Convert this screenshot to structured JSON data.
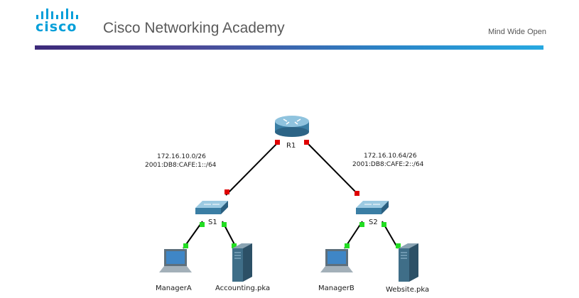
{
  "header": {
    "logo_text": "cisco",
    "title": "Cisco Networking Academy",
    "tagline": "Mind Wide Open",
    "brand_color": "#049fd9"
  },
  "topology": {
    "router": {
      "name": "R1"
    },
    "switches": [
      {
        "name": "S1"
      },
      {
        "name": "S2"
      }
    ],
    "hosts": [
      {
        "name": "ManagerA",
        "type": "laptop"
      },
      {
        "name": "Accounting.pka",
        "type": "server"
      },
      {
        "name": "ManagerB",
        "type": "laptop"
      },
      {
        "name": "Website.pka",
        "type": "server"
      }
    ],
    "networks": [
      {
        "ipv4": "172.16.10.0/26",
        "ipv6": "2001:DB8:CAFE:1::/64"
      },
      {
        "ipv4": "172.16.10.64/26",
        "ipv6": "2001:DB8:CAFE:2::/64"
      }
    ],
    "link_colors": {
      "router_link_port": "#e00000",
      "access_port": "#22dd22",
      "cable": "#000000"
    }
  }
}
